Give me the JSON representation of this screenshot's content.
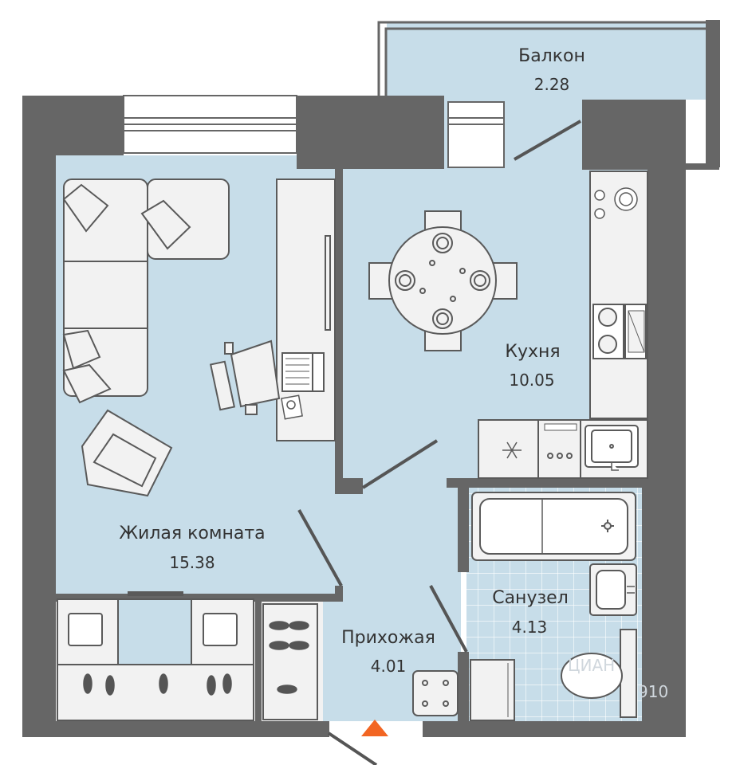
{
  "rooms": {
    "balcony": {
      "label": "Балкон",
      "area": "2.28"
    },
    "kitchen": {
      "label": "Кухня",
      "area": "10.05"
    },
    "living": {
      "label": "Жилая комната",
      "area": "15.38"
    },
    "hallway": {
      "label": "Прихожая",
      "area": "4.01"
    },
    "bathroom": {
      "label": "Санузел",
      "area": "4.13"
    }
  },
  "watermark": "ЦИАН",
  "watermark_number": "910",
  "colors": {
    "floor": "#c7dde9",
    "wall": "#666666",
    "furniture_fill": "#f2f2f2",
    "furniture_stroke": "#5a5a5a",
    "entrance_marker": "#f26522",
    "tile_grid": "#ffffff"
  },
  "icons": [
    "sofa-icon",
    "armchair-icon",
    "office-chair-icon",
    "laptop-icon",
    "dining-table-icon",
    "stove-icon",
    "sink-icon",
    "bathtub-icon",
    "toilet-icon",
    "washing-machine-icon",
    "wardrobe-icon",
    "entrance-arrow-icon"
  ]
}
